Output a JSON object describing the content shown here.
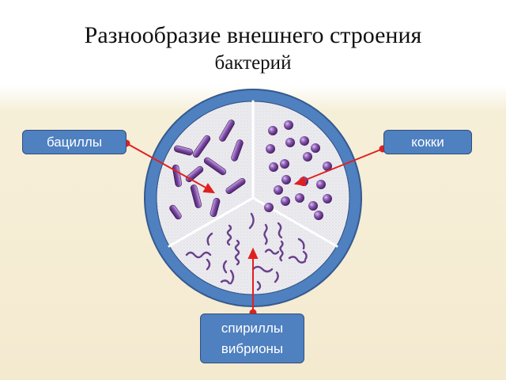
{
  "title": {
    "line1": "Разнообразие внешнего строения",
    "line2": "бактерий"
  },
  "labels": {
    "bacilli": "бациллы",
    "cocci": "кокки",
    "spirilla": "спириллы",
    "vibrios": "вибрионы"
  },
  "colors": {
    "plate_rim": "#4f80c0",
    "plate_fill": "#e9e9ee",
    "bacteria": "#7a4a9a",
    "arrow": "#e02020",
    "label_fill": "#4f80c0"
  }
}
